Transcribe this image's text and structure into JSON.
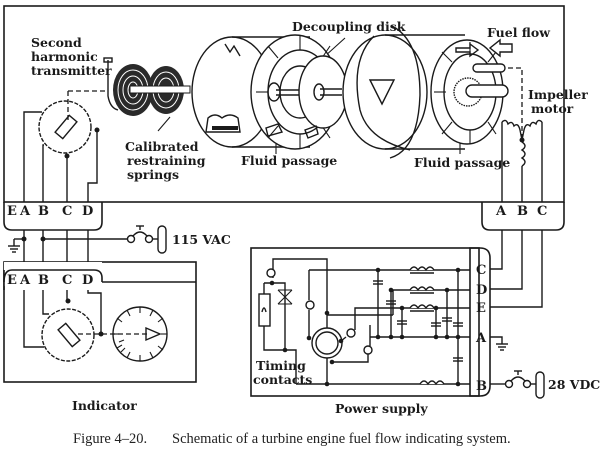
{
  "figure": {
    "caption_prefix": "Figure 4–20.",
    "caption_text": "Schematic of a turbine engine fuel flow indicating system."
  },
  "labels": {
    "second_harmonic_line1": "Second",
    "second_harmonic_line2": "harmonic",
    "second_harmonic_line3": "transmitter",
    "springs_line1": "Calibrated",
    "springs_line2": "restraining",
    "springs_line3": "springs",
    "decoupling_disk": "Decoupling disk",
    "fuel_flow": "Fuel flow",
    "impeller_line1": "Impeller",
    "impeller_line2": "motor",
    "fluid_passage_left": "Fluid passage",
    "fluid_passage_right": "Fluid passage",
    "ac_supply": "115 VAC",
    "dc_supply": "28 VDC",
    "timing_line1": "Timing",
    "timing_line2": "contacts",
    "indicator": "Indicator",
    "power_supply": "Power supply"
  },
  "terminals": {
    "transmitter_block": [
      "E",
      "A",
      "B",
      "C",
      "D"
    ],
    "indicator_block": [
      "E",
      "A",
      "B",
      "C",
      "D"
    ],
    "motor_block": [
      "A",
      "B",
      "C"
    ],
    "power_block": [
      "C",
      "D",
      "E",
      "A",
      "B"
    ]
  },
  "colors": {
    "ink": "#1a1a1a",
    "paper": "#ffffff"
  }
}
